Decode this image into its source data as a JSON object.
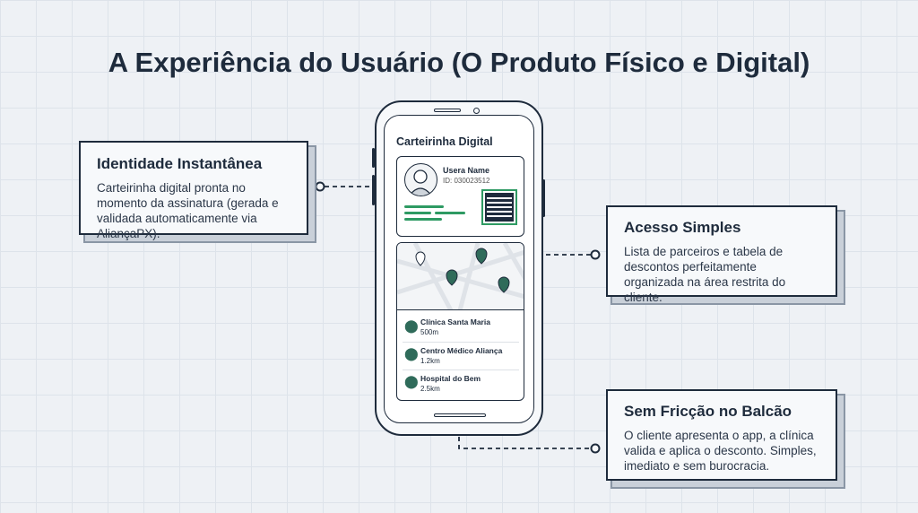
{
  "title": "A Experiência do Usuário (O Produto Físico e Digital)",
  "cards": [
    {
      "heading": "Identidade Instantânea",
      "text": "Carteirinha digital pronta no momento da assinatura (gerada e validada automaticamente via AliançaPX)."
    },
    {
      "heading": "Acesso Simples",
      "text": "Lista de parceiros e tabela de descontos perfeitamente organizada na área restrita do cliente."
    },
    {
      "heading": "Sem Fricção no Balcão",
      "text": "O cliente apresenta o app, a clínica valida e aplica o desconto. Simples, imediato e sem burocracia."
    }
  ],
  "phone": {
    "screen_title": "Carteirinha Digital",
    "user_name": "Usera Name",
    "user_id": "ID: 030023512",
    "places": [
      {
        "name": "Clínica Santa Maria",
        "distance": "500m"
      },
      {
        "name": "Centro Médico Aliança",
        "distance": "1.2km"
      },
      {
        "name": "Hospital do Bem",
        "distance": "2.5km"
      }
    ]
  },
  "colors": {
    "navy": "#1e2b3c",
    "green": "#2e9a63",
    "pin": "#2f6b5a"
  }
}
